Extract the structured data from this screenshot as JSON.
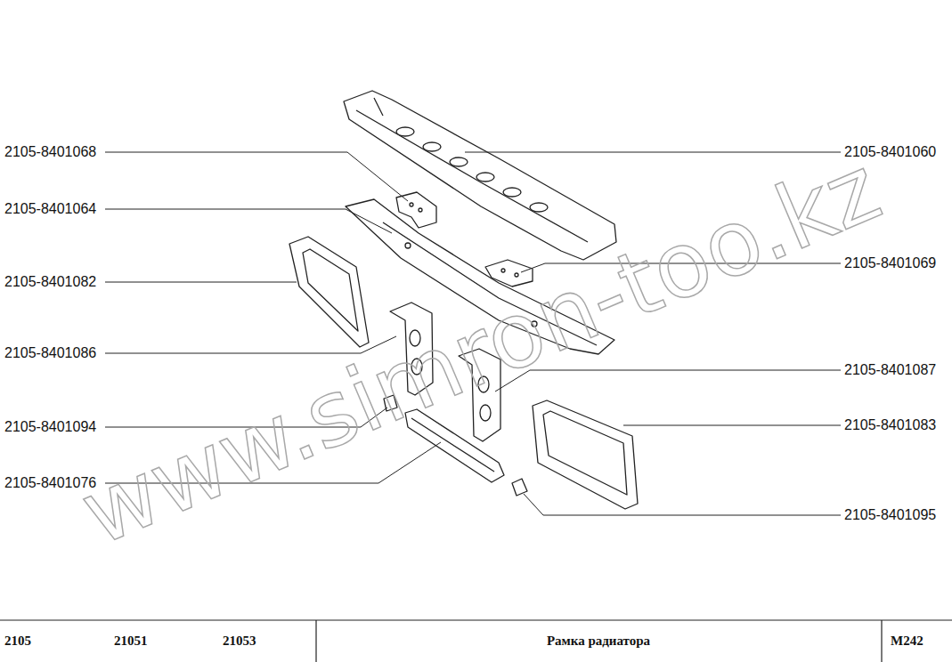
{
  "diagram": {
    "title": "Рамка радиатора",
    "labels": [
      "2105-8401068",
      "2105-8401064",
      "2105-8401082",
      "2105-8401086",
      "2105-8401094",
      "2105-8401076",
      "2105-8401060",
      "2105-8401069",
      "2105-8401087",
      "2105-8401083",
      "2105-8401095",
      "2105",
      "21051",
      "21053",
      "M242",
      "www.simron-too.kz"
    ]
  }
}
